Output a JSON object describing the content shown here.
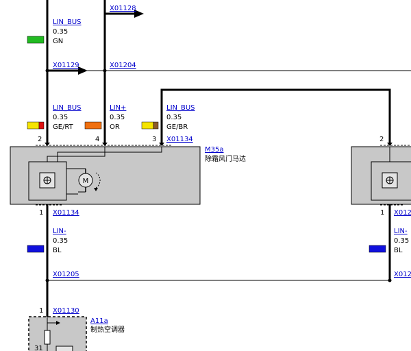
{
  "connectors": {
    "x01128": "X01128",
    "x01129": "X01129",
    "x01204": "X01204",
    "x01134_top": "X01134",
    "x01134_bottom": "X01134",
    "x01205": "X01205",
    "x01130": "X01130",
    "x012_right_a": "X012",
    "x012_right_b": "X012"
  },
  "wires": {
    "lin_bus_top": {
      "name": "LIN_BUS",
      "size": "0.35",
      "color_code": "GN",
      "swatch": [
        "#22bb22"
      ]
    },
    "lin_bus_left": {
      "name": "LIN_BUS",
      "size": "0.35",
      "color_code": "GE/RT",
      "swatch": [
        "#f5e400",
        "#dd1111"
      ]
    },
    "lin_plus": {
      "name": "LIN+",
      "size": "0.35",
      "color_code": "OR",
      "swatch": [
        "#f07010"
      ]
    },
    "lin_bus_right": {
      "name": "LIN_BUS",
      "size": "0.35",
      "color_code": "GE/BR",
      "swatch": [
        "#f5e400",
        "#8b5a2b"
      ]
    },
    "lin_minus": {
      "name": "LIN-",
      "size": "0.35",
      "color_code": "BL",
      "swatch": [
        "#1010dd"
      ]
    },
    "lin_minus_right": {
      "name": "LIN-",
      "size": "0.35",
      "color_code": "BL",
      "swatch": [
        "#1010dd"
      ]
    }
  },
  "pins": {
    "p2": "2",
    "p4": "4",
    "p3": "3",
    "p1": "1",
    "p1b": "1",
    "p2r": "2",
    "p1r": "1",
    "p31": "31"
  },
  "components": {
    "m35a": {
      "id": "M35a",
      "desc": "除霜风门马达"
    },
    "a11a": {
      "id": "A11a",
      "desc": "制热空调器"
    }
  },
  "colors": {
    "box_fill": "#c8c8c8",
    "wire": "#000000",
    "link": "#0000cc"
  }
}
